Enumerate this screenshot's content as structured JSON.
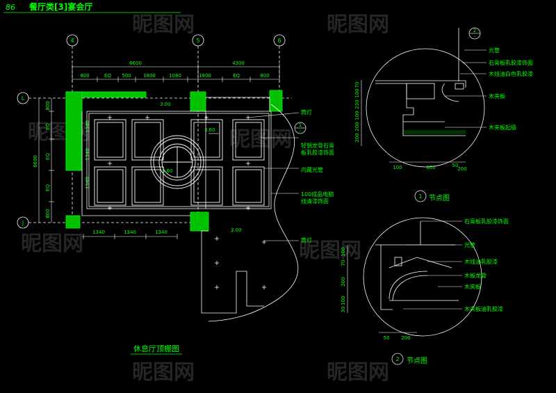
{
  "header": {
    "page_number": "86",
    "title": "餐厅类[3]宴会厅"
  },
  "grid_axes": {
    "top": [
      "4",
      "5",
      "6"
    ],
    "left": [
      "L",
      "J"
    ]
  },
  "dimensions": {
    "top_overall": [
      "6600",
      "4300"
    ],
    "top_parts": [
      "800",
      "EQ",
      "500",
      "1800",
      "1080",
      "1800",
      "EQ",
      "800"
    ],
    "left_overall": "6600",
    "left_parts": [
      "800",
      "EQ",
      "EQ",
      "EQ",
      "800"
    ],
    "inner_left": [
      "1340",
      "1340",
      "1340"
    ],
    "bottom": [
      "1340",
      "1340",
      "1340"
    ]
  },
  "plan": {
    "elevations": [
      "3.00",
      "3.60",
      "3.60",
      "3.00"
    ],
    "labels": [
      "筒灯",
      "轻钢龙骨石膏",
      "板乳胶漆饰面",
      "内藏光管",
      "100成品电脑",
      "线清漆饰面",
      "筒灯"
    ],
    "section_marker": {
      "num": "1",
      "sheet": "-"
    },
    "caption": "休息厅顶棚图"
  },
  "detail1": {
    "marker": {
      "num": "2",
      "sheet": "-"
    },
    "dims_v": [
      "70",
      "100",
      "230",
      "100",
      "200",
      "200"
    ],
    "dims_h": [
      "100",
      "800",
      "50",
      "200"
    ],
    "labels": [
      "光管",
      "石膏板乳胶漆饰面",
      "木线油白色乳胶漆",
      "木夹板",
      "木夹板起级"
    ],
    "caption_num": "1",
    "caption": "节点图"
  },
  "detail2": {
    "dims_v": [
      "100",
      "70",
      "200",
      "100",
      "30"
    ],
    "dims_h": [
      "50",
      "200"
    ],
    "labels": [
      "石膏板乳胶漆饰面",
      "光管",
      "木线油乳胶漆",
      "木板龙骨",
      "木夹板",
      "木夹板油乳胶漆"
    ],
    "caption_num": "2",
    "caption": "节点图"
  },
  "watermark": "昵图网",
  "colors": {
    "line": "#ffffff",
    "text": "#00ff00",
    "hatch": "#00cc00",
    "dim": "#00ff00"
  }
}
